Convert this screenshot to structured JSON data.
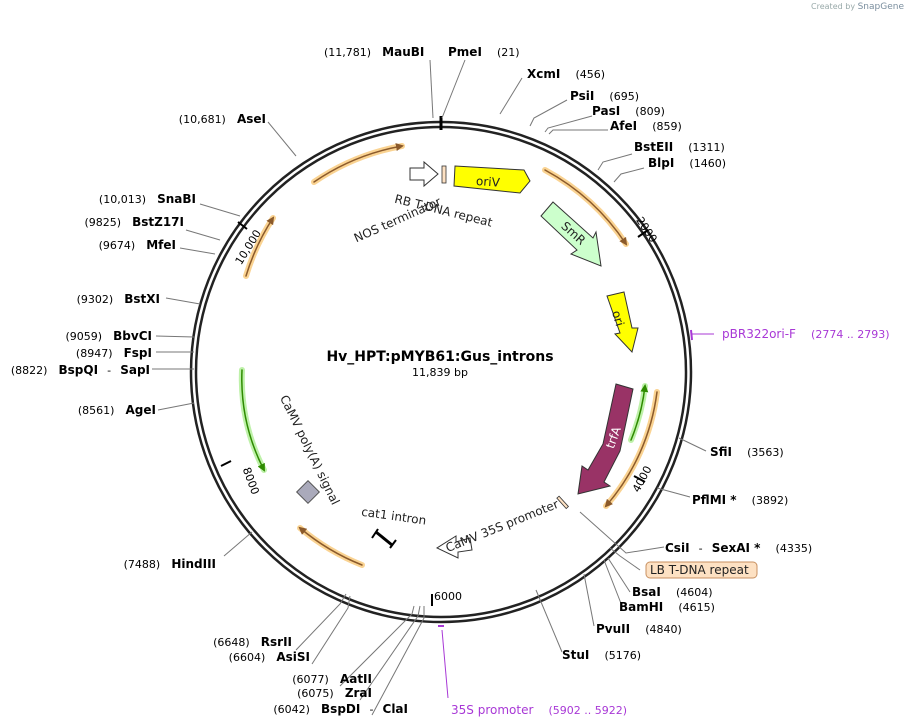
{
  "credit": {
    "prefix": "Created by",
    "brand": "SnapGene"
  },
  "plasmid": {
    "name": "Hv_HPT:pMYB61:Gus_introns",
    "length": "11,839 bp"
  },
  "ticks": {
    "t2000": "2000",
    "t4000": "4000",
    "t6000": "6000",
    "t8000": "8000",
    "t10000": "10,000"
  },
  "features": {
    "oriV": "oriV",
    "SmR": "SmR",
    "ori": "ori",
    "trfA": "trfA",
    "nos_terminator": "NOS terminator",
    "rb_repeat": "RB T-DNA repeat",
    "camv_35s_promoter": "CaMV 35S promoter",
    "cat1_intron": "cat1 intron",
    "camv_polya": "CaMV poly(A) signal",
    "lb_repeat": "LB T-DNA repeat"
  },
  "primers": {
    "pbr322": {
      "name": "pBR322ori-F",
      "range": "(2774 .. 2793)"
    },
    "p35s": {
      "name": "35S promoter",
      "range": "(5902 .. 5922)"
    }
  },
  "enzymes": {
    "MauBI": {
      "name": "MauBI",
      "pos": "(11,781)"
    },
    "PmeI": {
      "name": "PmeI",
      "pos": "(21)"
    },
    "XcmI": {
      "name": "XcmI",
      "pos": "(456)"
    },
    "PsiI": {
      "name": "PsiI",
      "pos": "(695)"
    },
    "PasI": {
      "name": "PasI",
      "pos": "(809)"
    },
    "AfeI": {
      "name": "AfeI",
      "pos": "(859)"
    },
    "BstEII": {
      "name": "BstEII",
      "pos": "(1311)"
    },
    "BlpI": {
      "name": "BlpI",
      "pos": "(1460)"
    },
    "SfiI": {
      "name": "SfiI",
      "pos": "(3563)"
    },
    "PflMI": {
      "name": "PflMI *",
      "pos": "(3892)"
    },
    "CsiI": {
      "name": "CsiI",
      "name2": "SexAI *",
      "pos": "(4335)"
    },
    "BsaI": {
      "name": "BsaI",
      "pos": "(4604)"
    },
    "BamHI": {
      "name": "BamHI",
      "pos": "(4615)"
    },
    "PvuII": {
      "name": "PvuII",
      "pos": "(4840)"
    },
    "StuI": {
      "name": "StuI",
      "pos": "(5176)"
    },
    "AseI": {
      "name": "AseI",
      "pos": "(10,681)"
    },
    "SnaBI": {
      "name": "SnaBI",
      "pos": "(10,013)"
    },
    "BstZ17I": {
      "name": "BstZ17I",
      "pos": "(9825)"
    },
    "MfeI": {
      "name": "MfeI",
      "pos": "(9674)"
    },
    "BstXI": {
      "name": "BstXI",
      "pos": "(9302)"
    },
    "BbvCI": {
      "name": "BbvCI",
      "pos": "(9059)"
    },
    "FspI": {
      "name": "FspI",
      "pos": "(8947)"
    },
    "BspQI": {
      "name": "BspQI",
      "name2": "SapI",
      "pos": "(8822)"
    },
    "AgeI": {
      "name": "AgeI",
      "pos": "(8561)"
    },
    "HindIII": {
      "name": "HindIII",
      "pos": "(7488)"
    },
    "RsrII": {
      "name": "RsrII",
      "pos": "(6648)"
    },
    "AsiSI": {
      "name": "AsiSI",
      "pos": "(6604)"
    },
    "AatII": {
      "name": "AatII",
      "pos": "(6077)"
    },
    "ZraI": {
      "name": "ZraI",
      "pos": "(6075)"
    },
    "BspDI": {
      "name": "BspDI",
      "name2": "ClaI",
      "pos": "(6042)"
    }
  },
  "colors": {
    "backbone": "#222222",
    "oriV": "#ffff00",
    "SmR": "#ccffcc",
    "ori": "#ffff00",
    "trfA": "#993366",
    "primer": "#a838d6",
    "repeat": "#fde1c3",
    "highlight": "#f9c877",
    "arrow_brown": "#8b5a2b",
    "arrow_green": "#2e8b00"
  }
}
